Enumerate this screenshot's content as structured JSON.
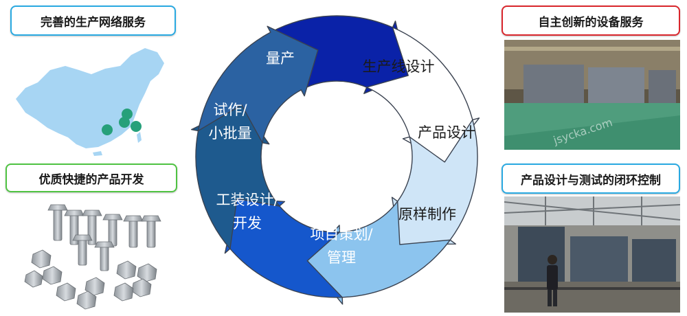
{
  "left_panel": {
    "network_title": "完善的生产网络服务",
    "product_title": "优质快捷的产品开发",
    "map_icon": "china-map-icon",
    "bolts_icon": "bolts-and-nuts-icon"
  },
  "right_panel": {
    "equipment_title": "自主创新的设备服务",
    "test_title": "产品设计与测试的闭环控制",
    "factory_photo_icon": "factory-floor-photo",
    "workshop_photo_icon": "workshop-photo",
    "watermark": "jsycka.com"
  },
  "cycle": {
    "segments": [
      {
        "id": "mass_production",
        "line1": "量产",
        "line2": "",
        "color": "#0a22a8",
        "text_color": "#ffffff"
      },
      {
        "id": "line_design",
        "line1": "生产线设计",
        "line2": "",
        "color": "#ffffff",
        "text_color": "#1a1a1a"
      },
      {
        "id": "product_design",
        "line1": "产品设计",
        "line2": "",
        "color": "#cfe5f7",
        "text_color": "#1a1a1a"
      },
      {
        "id": "prototype",
        "line1": "原样制作",
        "line2": "",
        "color": "#8cc4ee",
        "text_color": "#1a1a1a"
      },
      {
        "id": "project_plan",
        "line1": "项目策划/",
        "line2": "管理",
        "color": "#1557cc",
        "text_color": "#ffffff"
      },
      {
        "id": "tooling_design",
        "line1": "工装设计/",
        "line2": "开发",
        "color": "#1e5a8e",
        "text_color": "#ffffff"
      },
      {
        "id": "trial",
        "line1": "试作/",
        "line2": "小批量",
        "color": "#2b62a2",
        "text_color": "#ffffff"
      }
    ]
  },
  "colors": {
    "network_border": "#29a9e1",
    "product_border": "#4fc342",
    "equipment_border": "#d9262c",
    "test_border": "#29a9e1",
    "map_fill": "#a7d5f3",
    "map_dots": "#26a07a"
  }
}
